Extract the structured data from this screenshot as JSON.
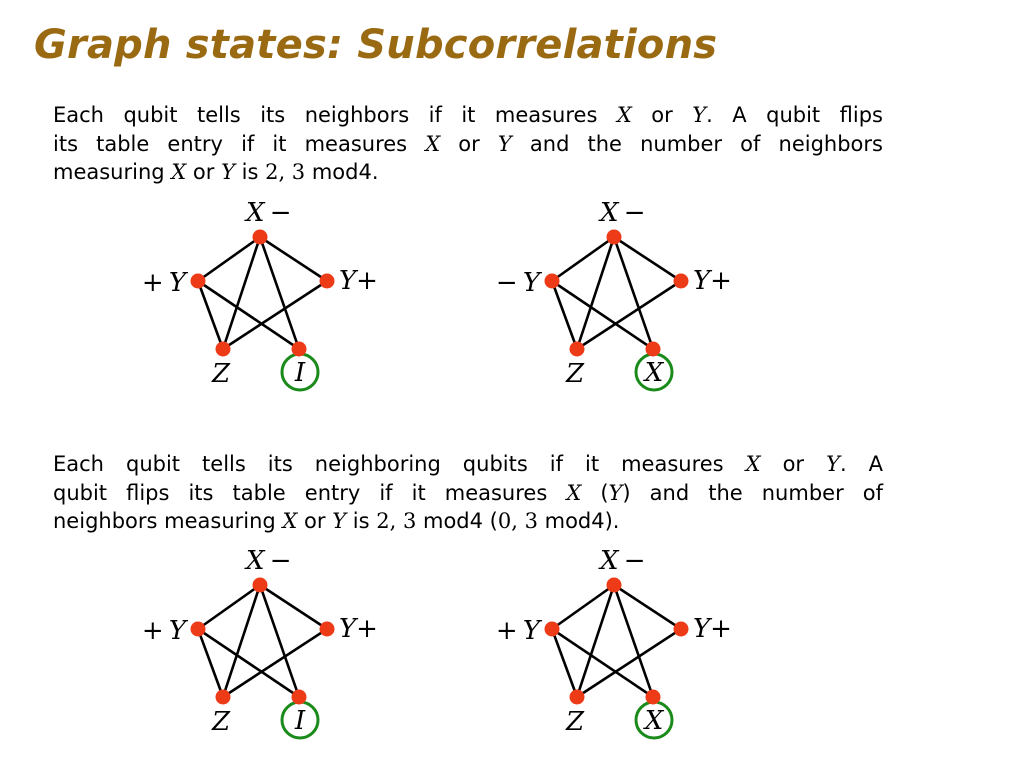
{
  "title": "Graph states: Subcorrelations",
  "colors": {
    "title": "#9a6a12",
    "vertex": "#ee3b17",
    "edge": "#000000",
    "highlight_circle": "#1a8a1a"
  },
  "paragraph1": {
    "line1": [
      "Each qubit tells its neighbors if it measures ",
      "X",
      " or ",
      "Y",
      ".  A qubit flips"
    ],
    "line2": [
      "its table entry if it measures ",
      "X",
      " or ",
      "Y",
      " and the number of neighbors"
    ],
    "line3": [
      "measuring ",
      "X",
      " or ",
      "Y",
      " is ",
      "2, 3",
      " mod4."
    ]
  },
  "paragraph2": {
    "line1": [
      "Each qubit tells its neighboring qubits if it measures ",
      "X",
      " or ",
      "Y",
      ".  A"
    ],
    "line2": [
      "qubit flips its table entry if it measures ",
      "X",
      " (",
      "Y",
      ") and the number of"
    ],
    "line3": [
      "neighbors measuring ",
      "X",
      " or ",
      "Y",
      " is ",
      "2, 3",
      " mod4 (",
      "0, 3",
      " mod4)."
    ]
  },
  "graphs": [
    {
      "top": {
        "op": "X",
        "sign": "−"
      },
      "left": {
        "op": "Y",
        "sign": "+"
      },
      "right": {
        "op": "Y",
        "sign": "+"
      },
      "bottom_left": {
        "op": "Z"
      },
      "bottom_right": {
        "op": "I",
        "circled": true
      }
    },
    {
      "top": {
        "op": "X",
        "sign": "−"
      },
      "left": {
        "op": "Y",
        "sign": "−"
      },
      "right": {
        "op": "Y",
        "sign": "+"
      },
      "bottom_left": {
        "op": "Z"
      },
      "bottom_right": {
        "op": "X",
        "circled": true
      }
    },
    {
      "top": {
        "op": "X",
        "sign": "−"
      },
      "left": {
        "op": "Y",
        "sign": "+"
      },
      "right": {
        "op": "Y",
        "sign": "+"
      },
      "bottom_left": {
        "op": "Z"
      },
      "bottom_right": {
        "op": "I",
        "circled": true
      }
    },
    {
      "top": {
        "op": "X",
        "sign": "−"
      },
      "left": {
        "op": "Y",
        "sign": "+"
      },
      "right": {
        "op": "Y",
        "sign": "+"
      },
      "bottom_left": {
        "op": "Z"
      },
      "bottom_right": {
        "op": "X",
        "circled": true
      }
    }
  ]
}
